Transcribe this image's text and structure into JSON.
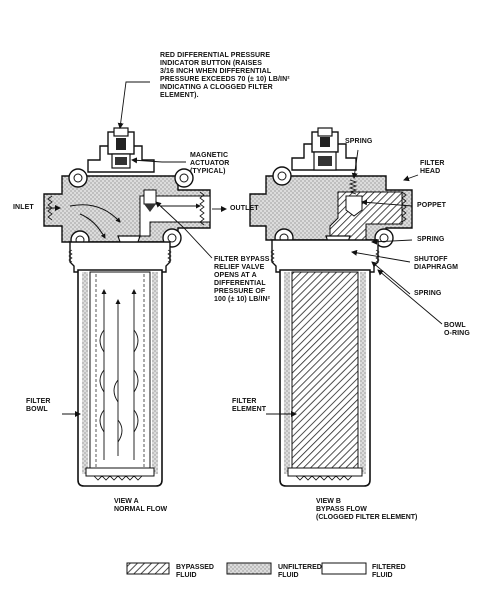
{
  "callouts": {
    "indicator_button": "RED DIFFERENTIAL PRESSURE\nINDICATOR BUTTON (RAISES\n3/16 INCH WHEN DIFFERENTIAL\nPRESSURE EXCEEDS 70 (± 10) lb/in²\nINDICATING A CLOGGED FILTER\nELEMENT).",
    "magnetic_actuator": "MAGNETIC\nACTUATOR\n(typical)",
    "inlet": "INLET",
    "outlet": "OUTLET",
    "bypass_valve": "FILTER BYPASS\nRELIEF VALVE\nOPENS AT A\nDIFFERENTIAL\nPRESSURE OF\n100 (± 10) lb/in²",
    "filter_bowl": "FILTER\nBOWL",
    "spring_top": "SPRING",
    "filter_head": "FILTER\nHEAD",
    "poppet": "POPPET",
    "spring_right": "SPRING",
    "shutoff_diaphragm": "SHUTOFF\nDIAPHRAGM",
    "spring_lower": "SPRING",
    "bowl_oring": "BOWL\nO-RING",
    "filter_element": "FILTER\nELEMENT"
  },
  "views": {
    "view_a": "VIEW A\nNORMAL FLOW",
    "view_b": "VIEW B\nBYPASS FLOW\n(CLOGGED FILTER ELEMENT)"
  },
  "legend": {
    "bypassed": "BYPASSED\nFLUID",
    "unfiltered": "UNFILTERED\nFLUID",
    "filtered": "FILTERED\nFLUID"
  }
}
